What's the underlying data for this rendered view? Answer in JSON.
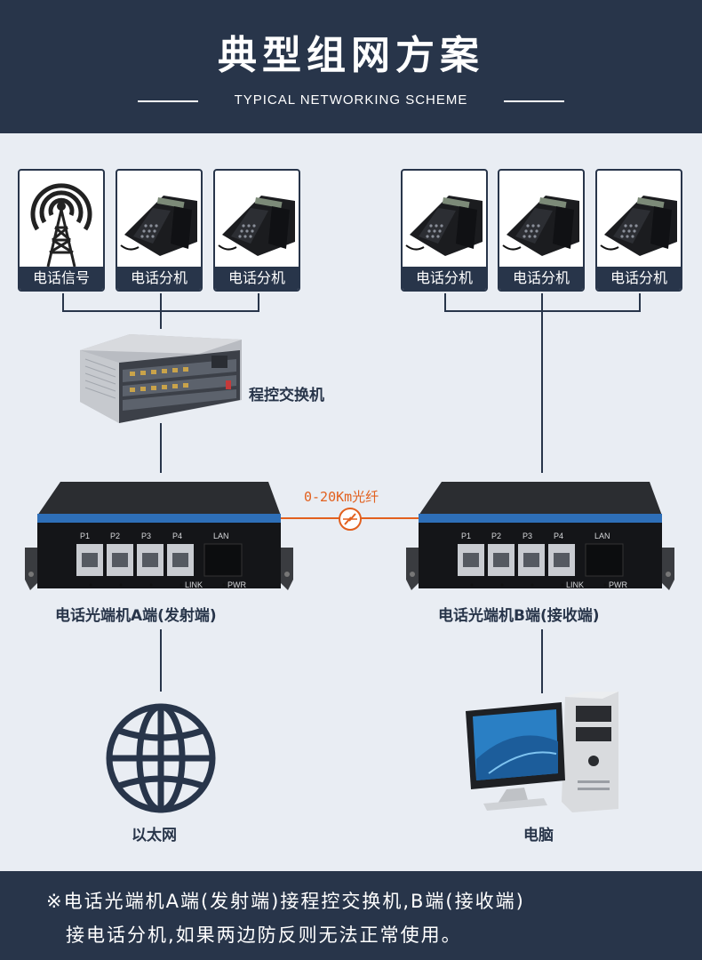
{
  "header": {
    "title": "典型组网方案",
    "subtitle": "TYPICAL NETWORKING SCHEME"
  },
  "left_cards": [
    {
      "label": "电话信号",
      "icon": "signal-tower-icon"
    },
    {
      "label": "电话分机",
      "icon": "telephone-icon"
    },
    {
      "label": "电话分机",
      "icon": "telephone-icon"
    }
  ],
  "right_cards": [
    {
      "label": "电话分机",
      "icon": "telephone-icon"
    },
    {
      "label": "电话分机",
      "icon": "telephone-icon"
    },
    {
      "label": "电话分机",
      "icon": "telephone-icon"
    }
  ],
  "switch": {
    "label": "程控交换机"
  },
  "fiber": {
    "label": "0-20Km光纤"
  },
  "devices": {
    "a_label": "电话光端机A端(发射端)",
    "b_label": "电话光端机B端(接收端)",
    "port_labels": [
      "P1",
      "P2",
      "P3",
      "P4"
    ],
    "lan": "LAN",
    "link": "LINK",
    "pwr": "PWR"
  },
  "ethernet": {
    "label": "以太网"
  },
  "computer": {
    "label": "电脑"
  },
  "footer": {
    "line1": "※电话光端机A端(发射端)接程控交换机,B端(接收端)",
    "line2": "接电话分机,如果两边防反则无法正常使用。"
  },
  "colors": {
    "navy": "#28354a",
    "orange": "#e2601e",
    "background": "#e9edf3"
  }
}
